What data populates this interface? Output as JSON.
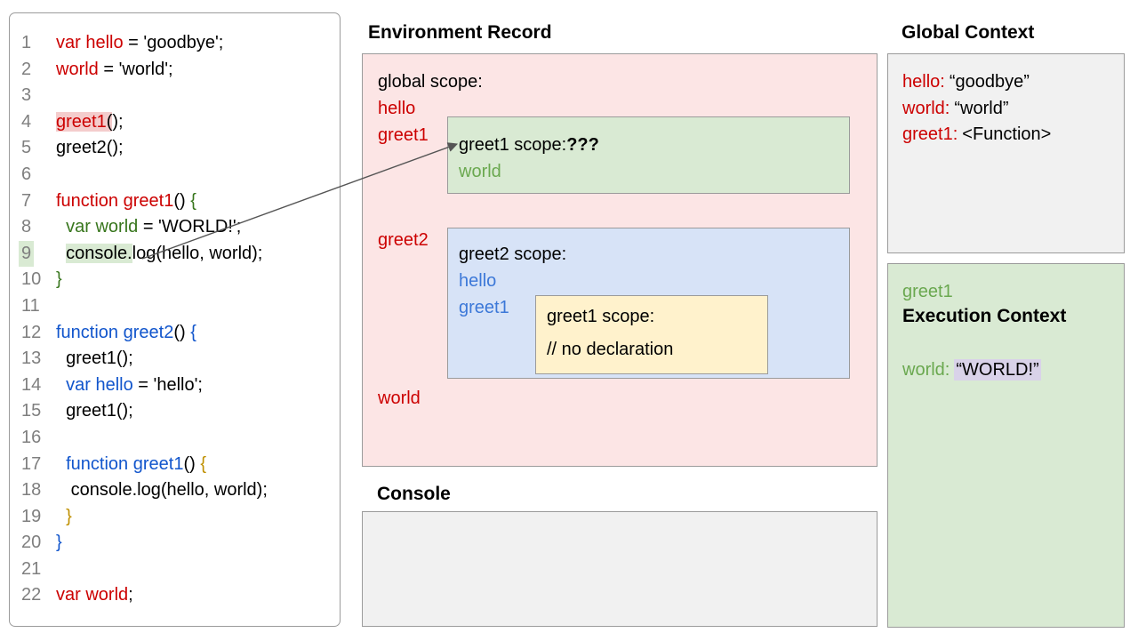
{
  "code_panel": {
    "lines": [
      {
        "num": "1",
        "segments": [
          {
            "text": "var hello",
            "color": "red"
          },
          {
            "text": " = 'goodbye';",
            "color": "black"
          }
        ]
      },
      {
        "num": "2",
        "segments": [
          {
            "text": "world",
            "color": "red"
          },
          {
            "text": " = 'world';",
            "color": "black"
          }
        ]
      },
      {
        "num": "3",
        "segments": []
      },
      {
        "num": "4",
        "segments": [
          {
            "text": "greet1",
            "color": "red",
            "highlight": "pink"
          },
          {
            "text": "(",
            "color": "black",
            "highlight": "pink"
          },
          {
            "text": ");",
            "color": "black"
          }
        ]
      },
      {
        "num": "5",
        "segments": [
          {
            "text": "greet2();",
            "color": "black"
          }
        ]
      },
      {
        "num": "6",
        "segments": []
      },
      {
        "num": "7",
        "segments": [
          {
            "text": "function greet1",
            "color": "red"
          },
          {
            "text": "() ",
            "color": "black"
          },
          {
            "text": "{",
            "color": "green"
          }
        ]
      },
      {
        "num": "8",
        "segments": [
          {
            "text": "  ",
            "color": "black"
          },
          {
            "text": "var world",
            "color": "green"
          },
          {
            "text": " = 'WORLD!';",
            "color": "black"
          }
        ]
      },
      {
        "num": "9",
        "num_highlight": "green",
        "segments": [
          {
            "text": "  ",
            "color": "black"
          },
          {
            "text": "console.",
            "color": "black",
            "highlight": "green"
          },
          {
            "text": "log(hello, world);",
            "color": "black"
          }
        ]
      },
      {
        "num": "10",
        "segments": [
          {
            "text": "}",
            "color": "green"
          }
        ]
      },
      {
        "num": "11",
        "segments": []
      },
      {
        "num": "12",
        "segments": [
          {
            "text": "function greet2",
            "color": "blue"
          },
          {
            "text": "() ",
            "color": "black"
          },
          {
            "text": "{",
            "color": "blue"
          }
        ]
      },
      {
        "num": "13",
        "segments": [
          {
            "text": "  greet1();",
            "color": "black"
          }
        ]
      },
      {
        "num": "14",
        "segments": [
          {
            "text": "  ",
            "color": "black"
          },
          {
            "text": "var hello",
            "color": "blue"
          },
          {
            "text": " = 'hello';",
            "color": "black"
          }
        ]
      },
      {
        "num": "15",
        "segments": [
          {
            "text": "  greet1();",
            "color": "black"
          }
        ]
      },
      {
        "num": "16",
        "segments": []
      },
      {
        "num": "17",
        "segments": [
          {
            "text": "  ",
            "color": "black"
          },
          {
            "text": "function greet1",
            "color": "blue"
          },
          {
            "text": "() ",
            "color": "black"
          },
          {
            "text": "{",
            "color": "yellow"
          }
        ]
      },
      {
        "num": "18",
        "segments": [
          {
            "text": "   console.log(hello, world);",
            "color": "black"
          }
        ]
      },
      {
        "num": "19",
        "segments": [
          {
            "text": "  }",
            "color": "yellow"
          }
        ]
      },
      {
        "num": "20",
        "segments": [
          {
            "text": "}",
            "color": "blue"
          }
        ]
      },
      {
        "num": "21",
        "segments": []
      },
      {
        "num": "22",
        "segments": [
          {
            "text": "var world",
            "color": "red"
          },
          {
            "text": ";",
            "color": "black"
          }
        ]
      }
    ]
  },
  "environment_record": {
    "title": "Environment Record",
    "global_label": "global scope:",
    "var_hello": "hello",
    "var_greet1": "greet1",
    "var_greet2": "greet2",
    "var_world": "world",
    "greet1_scope": {
      "title": "greet1 scope:",
      "question": "???",
      "var_world": "world"
    },
    "greet2_scope": {
      "title": "greet2 scope:",
      "var_hello": "hello",
      "var_greet1": "greet1",
      "inner": {
        "title": "greet1 scope:",
        "comment": "// no declaration"
      }
    }
  },
  "console_panel": {
    "title": "Console"
  },
  "global_context": {
    "title": "Global Context",
    "entries": [
      {
        "name": "hello:",
        "value": "“goodbye”"
      },
      {
        "name": "world:",
        "value": "“world”"
      },
      {
        "name": "greet1:",
        "value": "<Function>"
      }
    ]
  },
  "execution_context": {
    "fn": "greet1",
    "title": "Execution Context",
    "entry": {
      "name": "world:",
      "value": "“WORLD!”"
    }
  },
  "colors": {
    "red": "#cc0000",
    "code_green": "#38761d",
    "code_blue": "#1155cc",
    "code_yellow": "#bf9000",
    "box_green_text": "#6aa84f",
    "box_blue_text": "#3c78d8",
    "pink_bg": "#fce5e5",
    "green_bg": "#d9ead3",
    "blue_bg": "#d7e3f7",
    "yellow_bg": "#fff2cc",
    "gray_bg": "#f1f1f1",
    "purple_highlight": "#d9d2e9",
    "pink_highlight": "#f4cccc",
    "green_highlight": "#d9ead3"
  }
}
